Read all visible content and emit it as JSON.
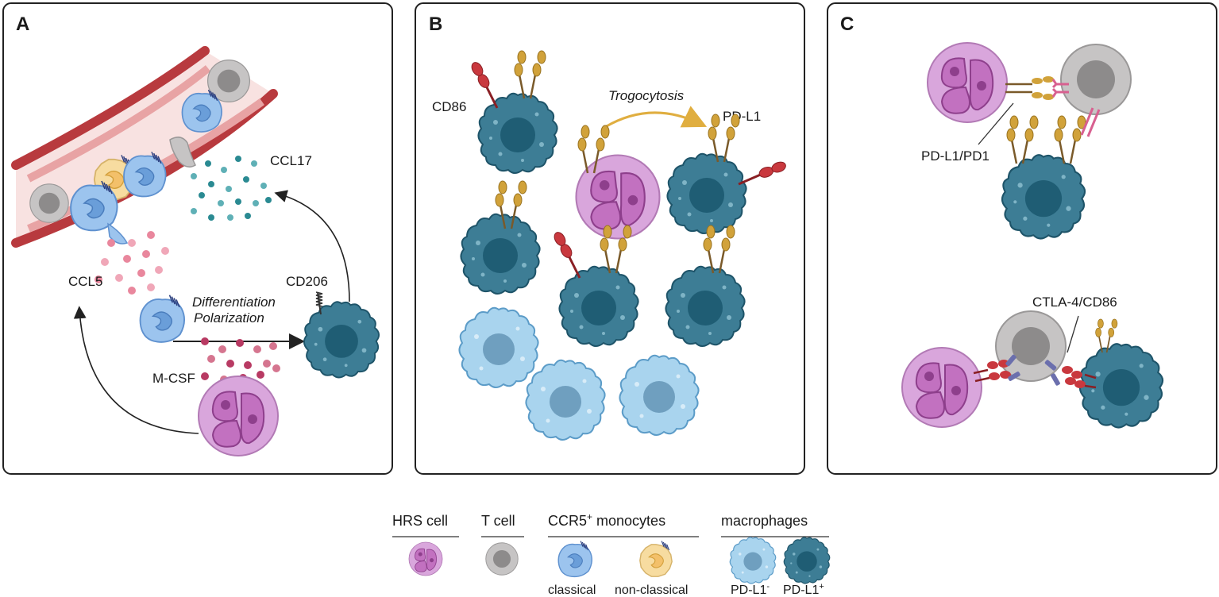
{
  "panels": {
    "a": {
      "letter": "A",
      "labels": {
        "ccl17": "CCL17",
        "ccl5": "CCL5",
        "cd206": "CD206",
        "differentiation": "Differentiation",
        "polarization": "Polarization",
        "mcsf": "M-CSF"
      }
    },
    "b": {
      "letter": "B",
      "labels": {
        "cd86": "CD86",
        "trogocytosis": "Trogocytosis",
        "pdl1": "PD-L1"
      }
    },
    "c": {
      "letter": "C",
      "labels": {
        "pdl1_pd1": "PD-L1/PD1",
        "ctla4_cd86": "CTLA-4/CD86"
      }
    }
  },
  "legend": {
    "groups": [
      {
        "title": "HRS cell"
      },
      {
        "title": "T cell"
      },
      {
        "title": "CCR5",
        "sup": "+",
        "title_rest": " monocytes",
        "items": [
          {
            "label": "classical"
          },
          {
            "label": "non-classical"
          }
        ]
      },
      {
        "title": "macrophages",
        "items": [
          {
            "label": "PD-L1",
            "sup": "-"
          },
          {
            "label": "PD-L1",
            "sup": "+"
          }
        ]
      }
    ]
  },
  "colors": {
    "hrs_cell": "#d9a6dc",
    "hrs_nucleus": "#b85bb6",
    "t_cell": "#c6c4c4",
    "classical_monocyte": "#9cc4ee",
    "non_classical_monocyte": "#f7dca0",
    "macrophage_pdl1_neg": "#a9d4ee",
    "macrophage_pdl1_pos": "#3d7d95",
    "vessel_wall": "#b83a3e",
    "ccl17": "#2a8a92",
    "ccl5": "#e9879d",
    "mcsf": "#b83a63",
    "pdl1_ligand": "#d1a23a",
    "cd86": "#c9383e",
    "pd1": "#d86090",
    "ctla4": "#6b6fad",
    "trogocytosis_arrow": "#e0ae40"
  }
}
